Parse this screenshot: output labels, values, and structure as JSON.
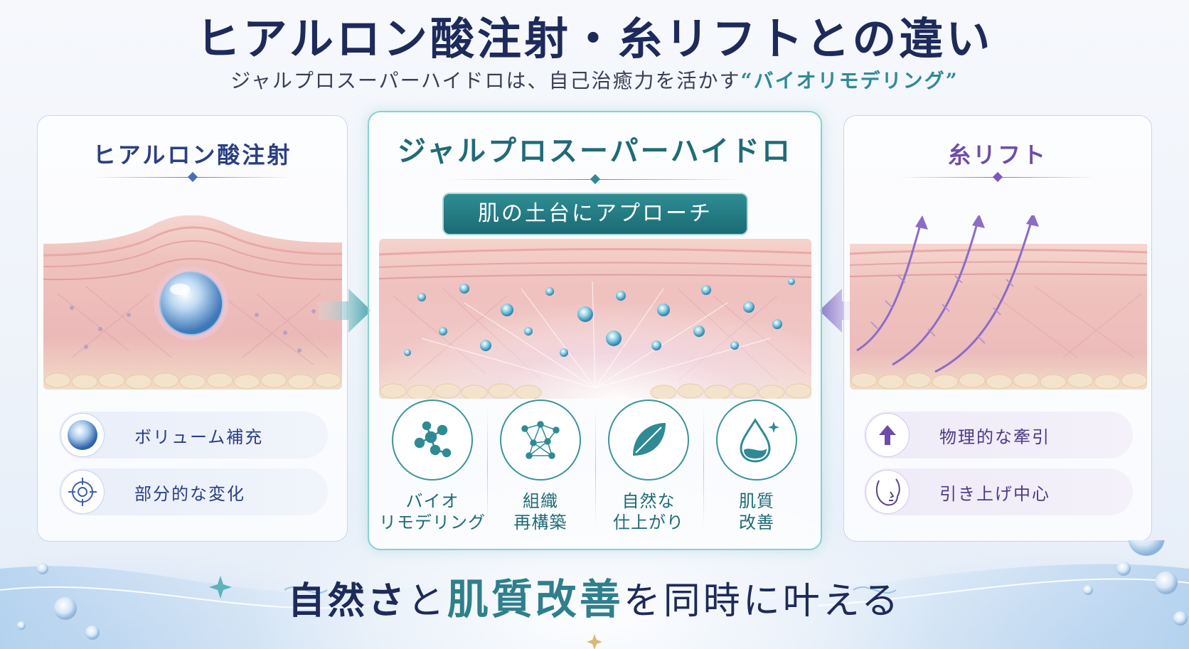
{
  "title": "ヒアルロン酸注射・糸リフトとの違い",
  "subtitle": {
    "prefix": "ジャルプロスーパーハイドロは、自己治癒力を活かす",
    "emphasis": "“バイオリモデリング”"
  },
  "left_panel": {
    "title": "ヒアルロン酸注射",
    "items": [
      {
        "label": "ボリューム補充",
        "icon": "sphere-icon"
      },
      {
        "label": "部分的な変化",
        "icon": "target-icon"
      }
    ]
  },
  "center_panel": {
    "title": "ジャルプロスーパーハイドロ",
    "ribbon": "肌の土台にアプローチ",
    "features": [
      {
        "line1": "バイオ",
        "line2": "リモデリング",
        "icon": "molecule-icon"
      },
      {
        "line1": "組織",
        "line2": "再構築",
        "icon": "network-icon"
      },
      {
        "line1": "自然な",
        "line2": "仕上がり",
        "icon": "leaf-icon"
      },
      {
        "line1": "肌質",
        "line2": "改善",
        "icon": "drop-icon"
      }
    ]
  },
  "right_panel": {
    "title": "糸リフト",
    "items": [
      {
        "label": "物理的な牽引",
        "icon": "arrow-up-icon"
      },
      {
        "label": "引き上げ中心",
        "icon": "face-icon"
      }
    ]
  },
  "bottom": {
    "part1": "自然さ",
    "part2": "と",
    "part3": "肌質改善",
    "part4": "を同時に叶える"
  },
  "colors": {
    "navy": "#1d2a5a",
    "teal": "#2f8a96",
    "purple": "#6e4da8"
  }
}
